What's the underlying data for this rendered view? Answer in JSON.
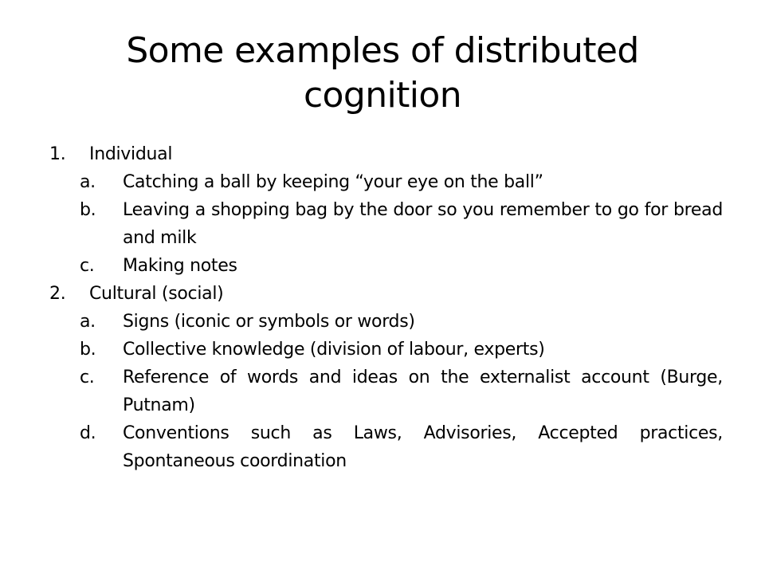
{
  "title": {
    "line1": "Some examples of distributed",
    "line2": "cognition"
  },
  "list": [
    {
      "number": "1.",
      "label": "Individual",
      "subitems": [
        {
          "letter": "a.",
          "text": "Catching a ball by keeping “your eye on the ball”"
        },
        {
          "letter": "b.",
          "text": "Leaving a shopping bag by the door so you remember to go for bread and milk"
        },
        {
          "letter": "c.",
          "text": "Making notes"
        }
      ]
    },
    {
      "number": "2.",
      "label": "Cultural (social)",
      "subitems": [
        {
          "letter": "a.",
          "text": "Signs (iconic or symbols or words)"
        },
        {
          "letter": "b.",
          "text": "Collective knowledge (division of labour, experts)"
        },
        {
          "letter": "c.",
          "text": "Reference of words and ideas on the externalist account (Burge, Putnam)"
        },
        {
          "letter": "d.",
          "text": "Conventions such as Laws, Advisories, Accepted practices, Spontaneous coordination"
        }
      ]
    }
  ]
}
